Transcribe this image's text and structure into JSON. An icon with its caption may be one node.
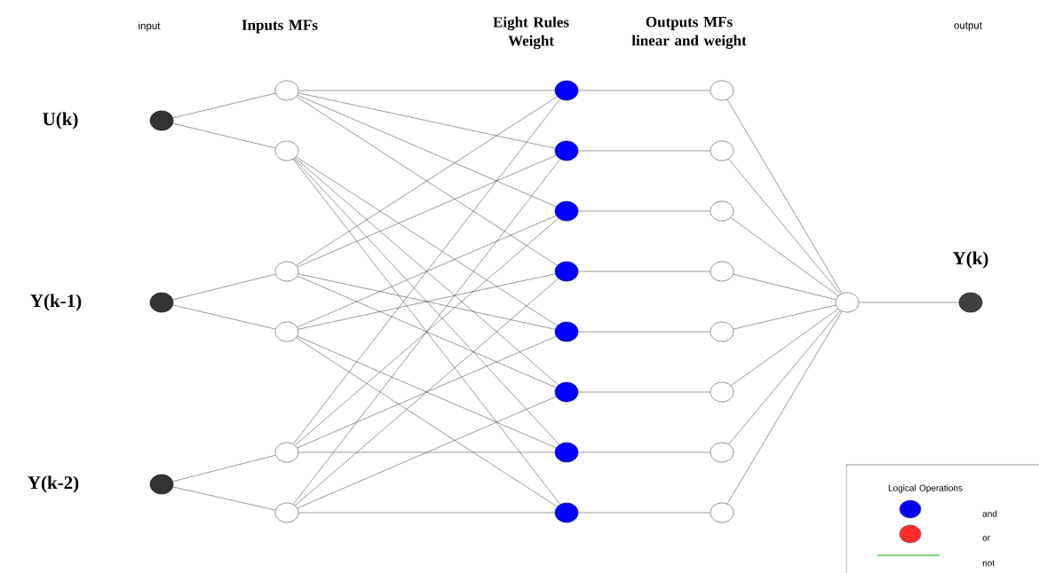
{
  "diagram": {
    "nodes": [
      {
        "text": [],
        "shape": "circle",
        "beside": [
          "U(k)"
        ]
      },
      {
        "text": [],
        "shape": "circle",
        "beside": [
          "Y(k-1)"
        ]
      },
      {
        "text": [],
        "shape": "circle",
        "beside": [
          "Y(k-2)"
        ]
      },
      {
        "text": [],
        "shape": "circle"
      },
      {
        "text": [],
        "shape": "circle"
      },
      {
        "text": [],
        "shape": "circle"
      },
      {
        "text": [],
        "shape": "circle"
      },
      {
        "text": [],
        "shape": "circle"
      },
      {
        "text": [],
        "shape": "circle"
      },
      {
        "text": [],
        "shape": "circle"
      },
      {
        "text": [],
        "shape": "circle"
      },
      {
        "text": [],
        "shape": "circle"
      },
      {
        "text": [],
        "shape": "circle"
      },
      {
        "text": [],
        "shape": "circle"
      },
      {
        "text": [],
        "shape": "circle"
      },
      {
        "text": [],
        "shape": "circle"
      },
      {
        "text": [],
        "shape": "circle"
      },
      {
        "text": [],
        "shape": "circle"
      },
      {
        "text": [],
        "shape": "circle"
      },
      {
        "text": [],
        "shape": "circle"
      },
      {
        "text": [],
        "shape": "circle"
      },
      {
        "text": [],
        "shape": "circle"
      },
      {
        "text": [],
        "shape": "circle"
      },
      {
        "text": [],
        "shape": "circle"
      },
      {
        "text": [],
        "shape": "circle"
      },
      {
        "text": [],
        "shape": "circle"
      },
      {
        "text": [],
        "shape": "circle",
        "beside": [
          "Y(k)"
        ]
      }
    ],
    "edges": [
      {
        "from": 0,
        "to": 3,
        "arrow": "none"
      },
      {
        "from": 0,
        "to": 4,
        "arrow": "none"
      },
      {
        "from": 1,
        "to": 5,
        "arrow": "none"
      },
      {
        "from": 1,
        "to": 6,
        "arrow": "none"
      },
      {
        "from": 2,
        "to": 7,
        "arrow": "none"
      },
      {
        "from": 2,
        "to": 8,
        "arrow": "none"
      },
      {
        "from": 3,
        "to": 9,
        "arrow": "none"
      },
      {
        "from": 3,
        "to": 10,
        "arrow": "none"
      },
      {
        "from": 3,
        "to": 11,
        "arrow": "none"
      },
      {
        "from": 3,
        "to": 12,
        "arrow": "none"
      },
      {
        "from": 4,
        "to": 13,
        "arrow": "none"
      },
      {
        "from": 4,
        "to": 14,
        "arrow": "none"
      },
      {
        "from": 4,
        "to": 15,
        "arrow": "none"
      },
      {
        "from": 4,
        "to": 16,
        "arrow": "none"
      },
      {
        "from": 5,
        "to": 9,
        "arrow": "none"
      },
      {
        "from": 5,
        "to": 10,
        "arrow": "none"
      },
      {
        "from": 5,
        "to": 13,
        "arrow": "none"
      },
      {
        "from": 5,
        "to": 14,
        "arrow": "none"
      },
      {
        "from": 6,
        "to": 11,
        "arrow": "none"
      },
      {
        "from": 6,
        "to": 12,
        "arrow": "none"
      },
      {
        "from": 6,
        "to": 15,
        "arrow": "none"
      },
      {
        "from": 6,
        "to": 16,
        "arrow": "none"
      },
      {
        "from": 7,
        "to": 9,
        "arrow": "none"
      },
      {
        "from": 7,
        "to": 11,
        "arrow": "none"
      },
      {
        "from": 7,
        "to": 13,
        "arrow": "none"
      },
      {
        "from": 7,
        "to": 15,
        "arrow": "none"
      },
      {
        "from": 8,
        "to": 10,
        "arrow": "none"
      },
      {
        "from": 8,
        "to": 12,
        "arrow": "none"
      },
      {
        "from": 8,
        "to": 14,
        "arrow": "none"
      },
      {
        "from": 8,
        "to": 16,
        "arrow": "none"
      },
      {
        "from": 9,
        "to": 17,
        "arrow": "none"
      },
      {
        "from": 10,
        "to": 18,
        "arrow": "none"
      },
      {
        "from": 11,
        "to": 19,
        "arrow": "none"
      },
      {
        "from": 12,
        "to": 20,
        "arrow": "none"
      },
      {
        "from": 13,
        "to": 21,
        "arrow": "none"
      },
      {
        "from": 14,
        "to": 22,
        "arrow": "none"
      },
      {
        "from": 15,
        "to": 23,
        "arrow": "none"
      },
      {
        "from": 16,
        "to": 24,
        "arrow": "none"
      },
      {
        "from": 17,
        "to": 25,
        "arrow": "none"
      },
      {
        "from": 18,
        "to": 25,
        "arrow": "none"
      },
      {
        "from": 19,
        "to": 25,
        "arrow": "none"
      },
      {
        "from": 20,
        "to": 25,
        "arrow": "none"
      },
      {
        "from": 21,
        "to": 25,
        "arrow": "none"
      },
      {
        "from": 22,
        "to": 25,
        "arrow": "none"
      },
      {
        "from": 23,
        "to": 25,
        "arrow": "none"
      },
      {
        "from": 24,
        "to": 25,
        "arrow": "none"
      },
      {
        "from": 25,
        "to": 26,
        "arrow": "none"
      }
    ],
    "labels": [
      "input",
      "Inputs MFs",
      "Eight Rules Weight",
      "Outputs MFs linear and weight",
      "output",
      "Logical Operations"
    ],
    "legend": [
      {
        "text": "and",
        "color": "#0000ff"
      },
      {
        "text": "or",
        "color": "#ff2a2a"
      },
      {
        "text": "not"
      }
    ]
  }
}
